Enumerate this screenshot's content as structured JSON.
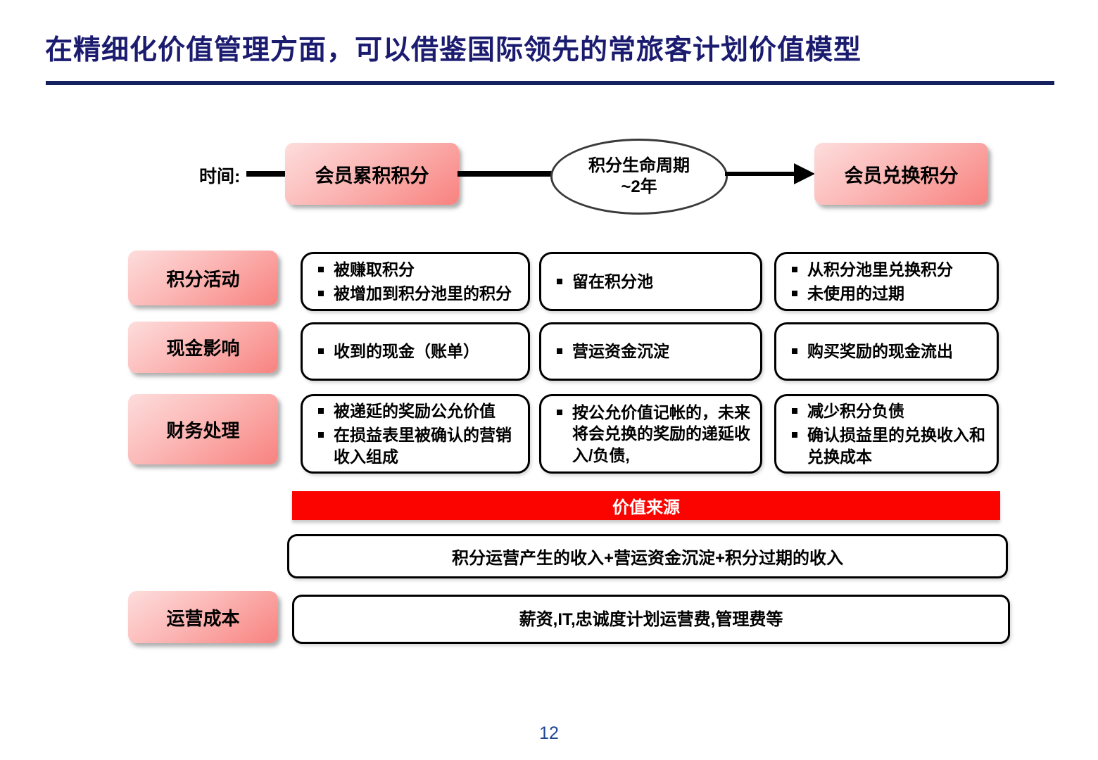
{
  "header": {
    "title": "在精细化价值管理方面，可以借鉴国际领先的常旅客计划价值模型"
  },
  "timeline": {
    "time_label": "时间:",
    "start_box": "会员累积积分",
    "ellipse_line1": "积分生命周期",
    "ellipse_line2": "~2年",
    "end_box": "会员兑换积分"
  },
  "matrix": {
    "rows": [
      {
        "label": "积分活动",
        "cells": [
          {
            "bullets": [
              "被赚取积分",
              "被增加到积分池里的积分"
            ]
          },
          {
            "bullets": [
              "留在积分池"
            ]
          },
          {
            "bullets": [
              "从积分池里兑换积分",
              "未使用的过期"
            ]
          }
        ]
      },
      {
        "label": "现金影响",
        "cells": [
          {
            "bullets": [
              "收到的现金（账单）"
            ]
          },
          {
            "bullets": [
              "营运资金沉淀"
            ]
          },
          {
            "bullets": [
              "购买奖励的现金流出"
            ]
          }
        ]
      },
      {
        "label": "财务处理",
        "cells": [
          {
            "bullets": [
              "被递延的奖励公允价值",
              "在损益表里被确认的营销收入组成"
            ]
          },
          {
            "bullets": [
              "按公允价值记帐的，未来将会兑换的奖励的递延收入/负债,"
            ]
          },
          {
            "bullets": [
              "减少积分负债",
              "确认损益里的兑换收入和兑换成本"
            ]
          }
        ]
      }
    ]
  },
  "value_source": {
    "header": "价值来源",
    "formula": "积分运营产生的收入+营运资金沉淀+积分过期的收入"
  },
  "operating_cost": {
    "label": "运营成本",
    "content": "薪资,IT,忠诚度计划运营费,管理费等"
  },
  "footer": {
    "page_number": "12"
  },
  "colors": {
    "title_navy": "#1b1b70",
    "divider_navy": "#15215e",
    "accent_red": "#fb0400",
    "pink_light": "#fddddc",
    "pink_dark": "#f8827f",
    "page_number_blue": "#1f4693"
  }
}
